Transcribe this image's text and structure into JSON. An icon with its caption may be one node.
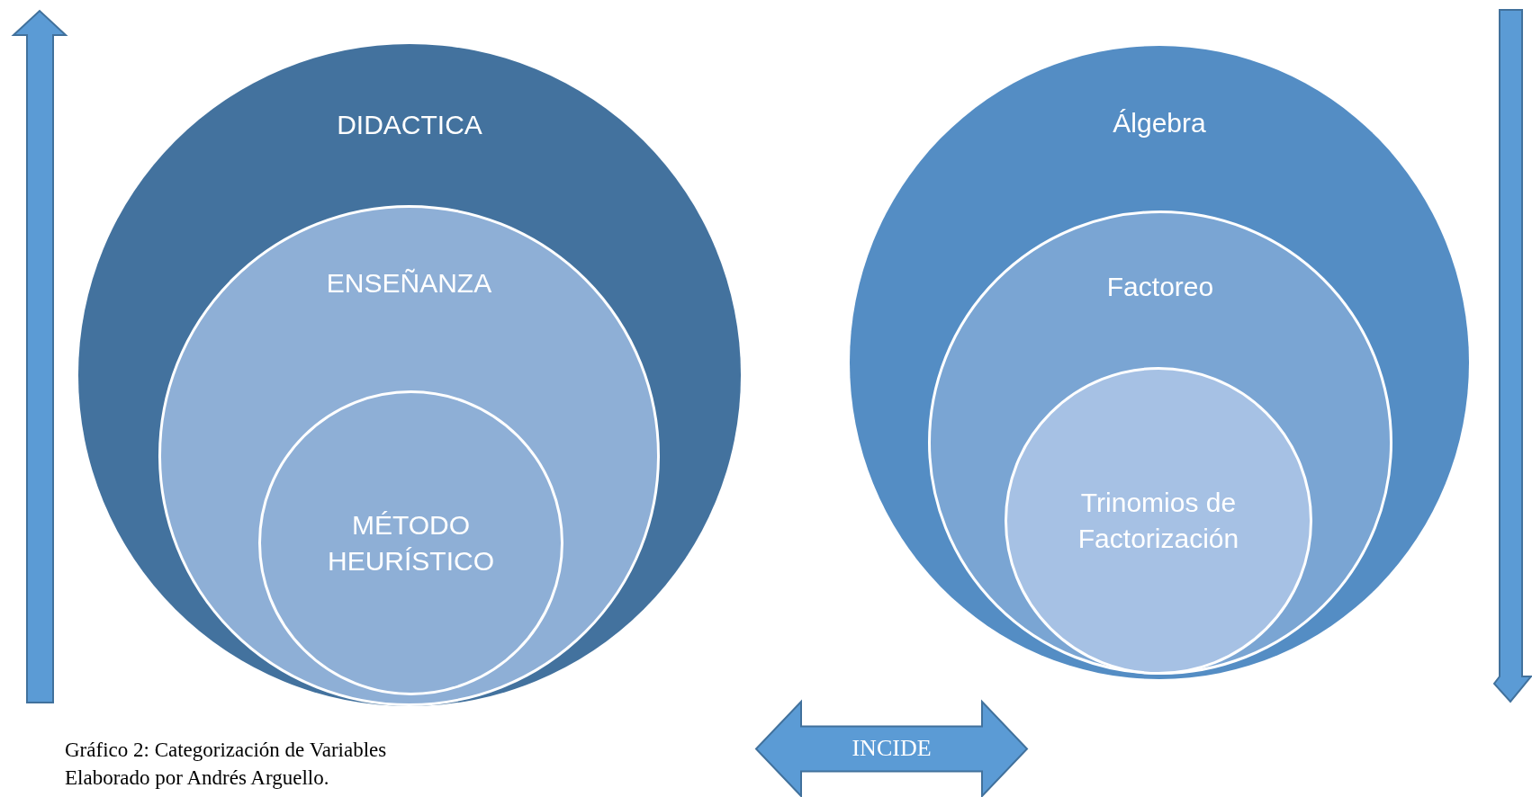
{
  "diagram": {
    "caption": "Gráfico 2: Categorización de Variables",
    "nodes": [
      {
        "text": [
          "DIDACTICA"
        ]
      },
      {
        "text": [
          "ENSEÑANZA"
        ],
        "in": 0
      },
      {
        "text": [
          "MÉTODO HEURÍSTICO"
        ],
        "in": 1
      },
      {
        "text": [
          "Álgebra"
        ]
      },
      {
        "text": [
          "Factoreo"
        ],
        "in": 3
      },
      {
        "text": [
          "Trinomios de Factorización"
        ],
        "in": 4
      }
    ],
    "edges": [
      {
        "from": 0,
        "to": 3,
        "arrow": "both",
        "label": "INCIDE"
      }
    ],
    "labels": [
      "Elaborado por Andrés Arguello."
    ]
  }
}
